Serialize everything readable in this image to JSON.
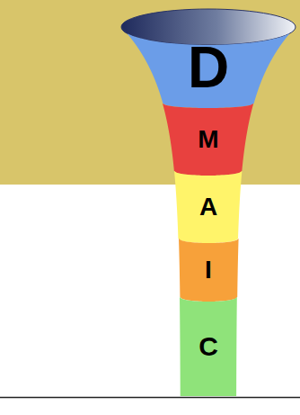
{
  "diagram": {
    "nodes": [
      {
        "text": [
          "D"
        ]
      },
      {
        "text": [
          "M"
        ]
      },
      {
        "text": [
          "A"
        ]
      },
      {
        "text": [
          "I"
        ]
      },
      {
        "text": [
          "C"
        ]
      }
    ]
  }
}
